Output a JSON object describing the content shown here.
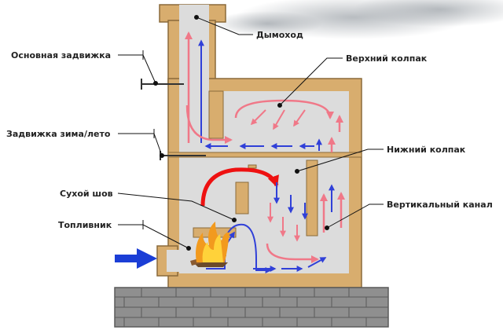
{
  "labels": {
    "chimney": "Дымоход",
    "main_damper": "Основная задвижка",
    "upper_cap": "Верхний колпак",
    "winter_summer_damper": "Задвижка зима/лето",
    "lower_cap": "Нижний колпак",
    "dry_seam": "Сухой шов",
    "vertical_channel": "Вертикальный канал",
    "firebox": "Топливник"
  },
  "colors": {
    "brick": "#d8ad6e",
    "brick_outline": "#8a6a3a",
    "channel": "#dcdcdc",
    "hot_flow": "#f07888",
    "strong_hot_flow": "#ee1111",
    "cool_flow": "#3040d8",
    "intake_arrow": "#1b3ed6",
    "foundation": "#8f8f8f",
    "foundation_line": "#5a5a5a"
  },
  "icons": {
    "fire": "fire-icon",
    "intake": "air-intake-arrow-icon"
  }
}
